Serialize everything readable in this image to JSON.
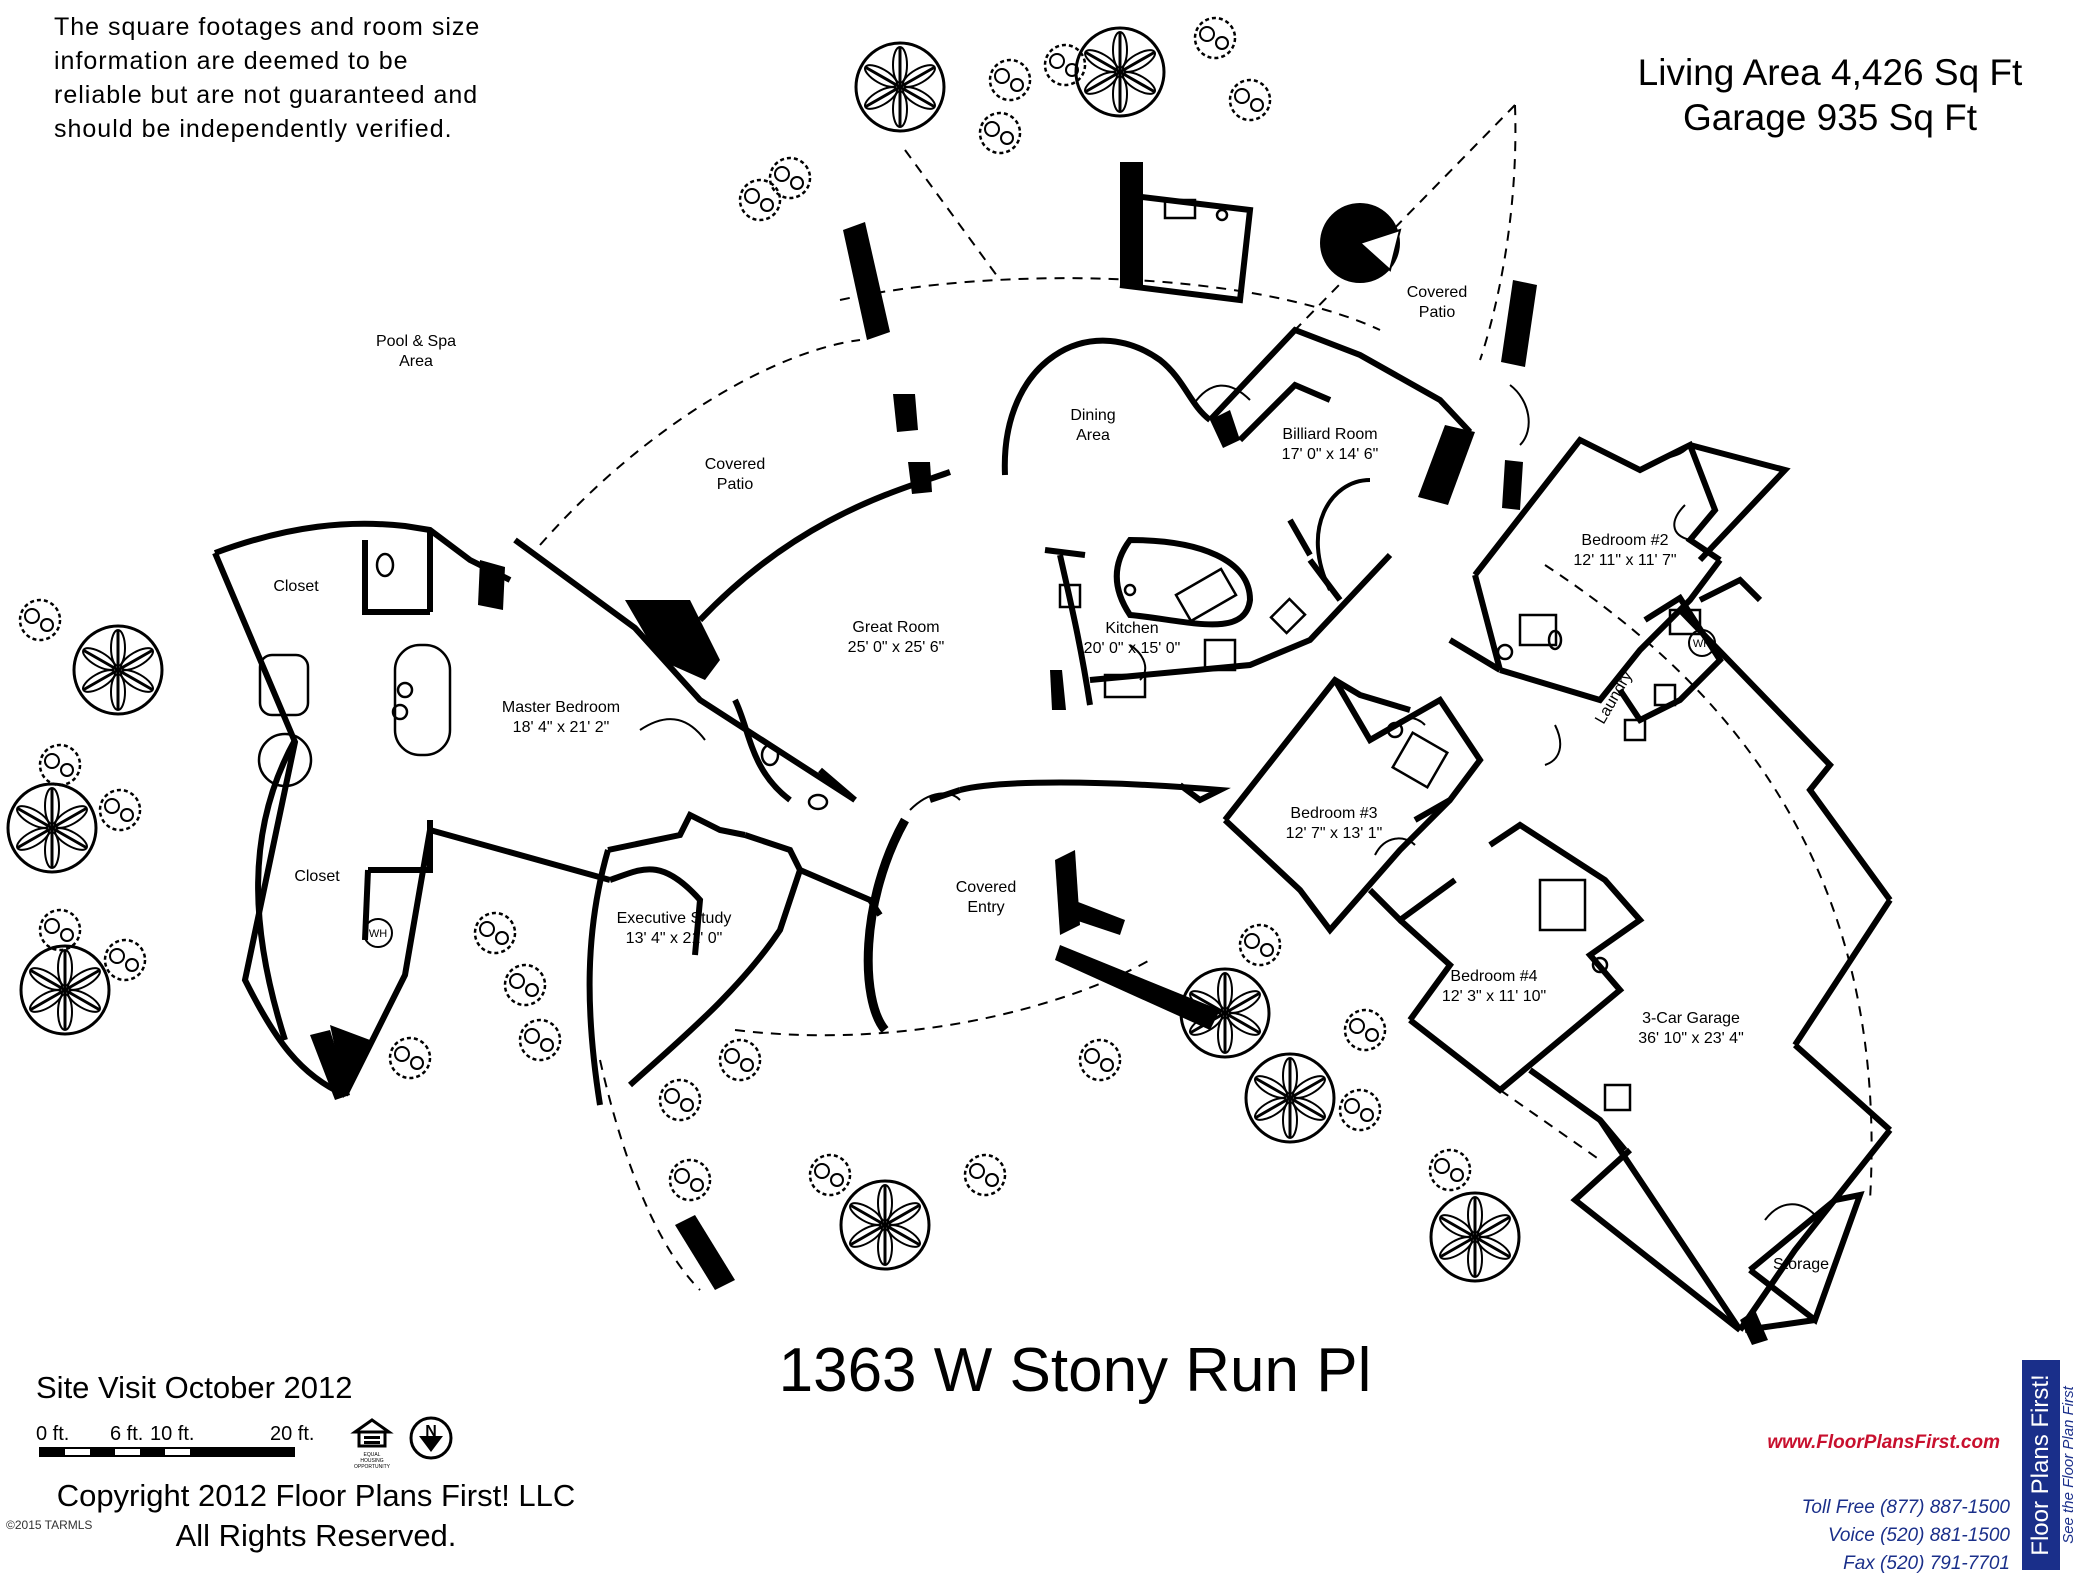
{
  "disclaimer": {
    "line1": "The square footages and room size",
    "line2": "information are deemed to be",
    "line3": "reliable but are not guaranteed and",
    "line4": "should be independently verified."
  },
  "areas": {
    "living": "Living Area 4,426 Sq Ft",
    "garage": "Garage 935 Sq Ft"
  },
  "address": "1363 W Stony Run Pl",
  "rooms": {
    "pool": [
      "Pool & Spa",
      "Area"
    ],
    "covered_patio_top": [
      "Covered",
      "Patio"
    ],
    "covered_patio_left": [
      "Covered",
      "Patio"
    ],
    "dining": [
      "Dining",
      "Area"
    ],
    "billiard": [
      "Billiard Room",
      "17' 0\" x 14' 6\""
    ],
    "bedroom2": [
      "Bedroom #2",
      "12' 11\" x 11' 7\""
    ],
    "great_room": [
      "Great Room",
      "25' 0\" x 25' 6\""
    ],
    "kitchen": [
      "Kitchen",
      "20' 0\" x 15' 0\""
    ],
    "master_bedroom": [
      "Master Bedroom",
      "18' 4\" x 21' 2\""
    ],
    "closet_top": "Closet",
    "closet_bottom": "Closet",
    "laundry": "Laundry",
    "bedroom3": [
      "Bedroom #3",
      "12' 7\" x 13' 1\""
    ],
    "executive_study": [
      "Executive Study",
      "13' 4\" x 21' 0\""
    ],
    "covered_entry": [
      "Covered",
      "Entry"
    ],
    "bedroom4": [
      "Bedroom #4",
      "12' 3\" x 11' 10\""
    ],
    "garage": [
      "3-Car Garage",
      "36' 10\" x 23' 4\""
    ],
    "storage": "Storage",
    "wh": "WH"
  },
  "footer": {
    "site_visit": "Site Visit October 2012",
    "scale": [
      "0 ft.",
      "6 ft.",
      "10 ft.",
      "20 ft."
    ],
    "equal_housing": [
      "EQUAL",
      "HOUSING",
      "OPPORTUNITY"
    ],
    "north": "N",
    "copyright": "Copyright 2012 Floor Plans First! LLC",
    "rights": "All Rights Reserved.",
    "tarms": "©2015 TARMLS",
    "website": "www.FloorPlansFirst.com",
    "toll_free": "Toll Free (877) 887-1500",
    "voice": "Voice (520) 881-1500",
    "fax": "Fax (520) 791-7701",
    "logo_brand": "Floor Plans First!",
    "logo_tagline": "See the Floor Plan First"
  },
  "colors": {
    "ink": "#000000",
    "brand_red": "#c8102e",
    "brand_blue": "#1a2f8a"
  }
}
